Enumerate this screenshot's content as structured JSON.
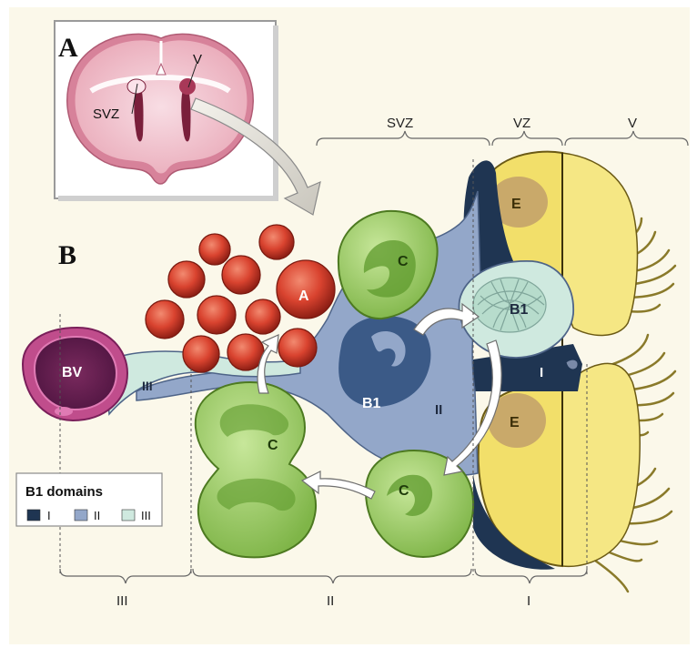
{
  "panels": {
    "a": "A",
    "b": "B"
  },
  "inset": {
    "svz": "SVZ",
    "v": "V"
  },
  "zones": {
    "svz": "SVZ",
    "vz": "VZ",
    "v": "V"
  },
  "cells": {
    "a": "A",
    "c_top": "C",
    "c_left": "C",
    "c_bottom": "C",
    "e_top": "E",
    "e_bottom": "E",
    "b1_center": "B1",
    "b1_right": "B1",
    "bv": "BV",
    "domain_i": "I",
    "domain_ii": "II",
    "domain_iii": "III"
  },
  "bottom_domains": {
    "iii": "III",
    "ii": "II",
    "i": "I"
  },
  "legend": {
    "title": "B1 domains",
    "items": [
      {
        "label": "I",
        "color": "#1f3552"
      },
      {
        "label": "II",
        "color": "#93a7c9"
      },
      {
        "label": "III",
        "color": "#cfe9df"
      }
    ]
  },
  "colors": {
    "background": "#fbf8ea",
    "ventricle_yellow": "#f2df6a",
    "green_cell": "#9fcf62",
    "red_cell": "#d9432f",
    "b1_blue": "#8fa3c8",
    "b1_dark": "#1f3552",
    "bv_purple": "#9b2f6f"
  }
}
